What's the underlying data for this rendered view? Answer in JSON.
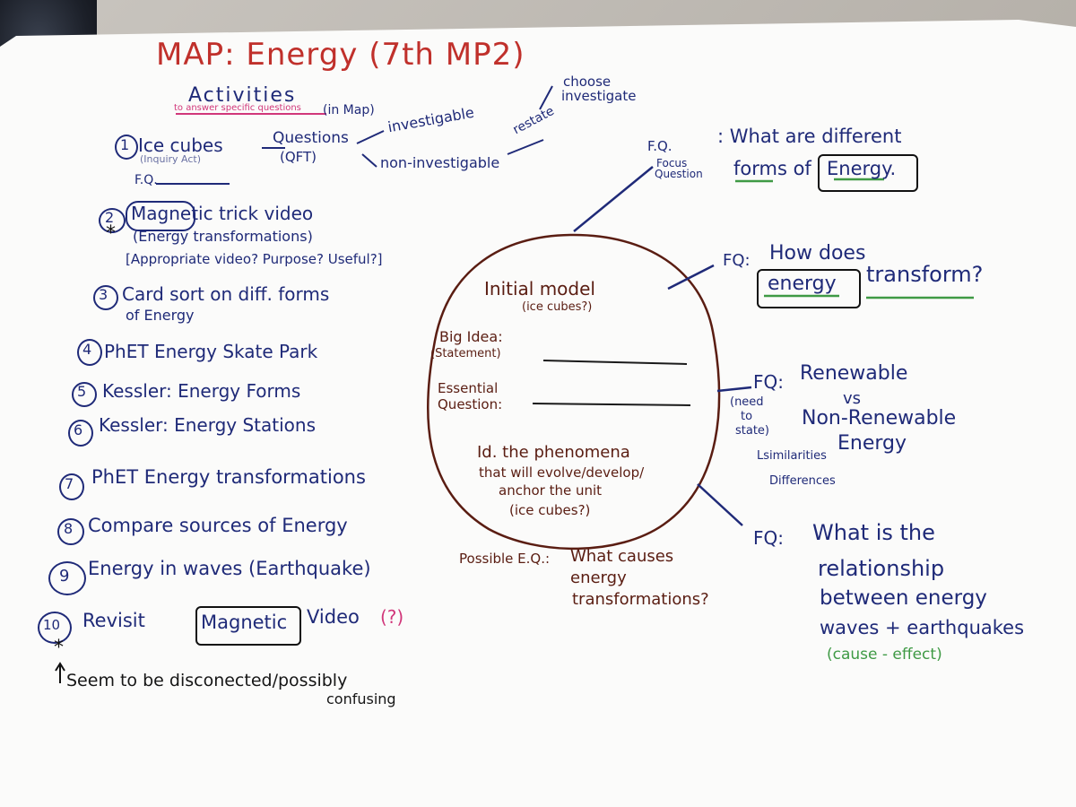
{
  "title": "MAP: Energy (7th MP2)",
  "activities": {
    "heading": "Activities",
    "subheading_pink": "to answer specific questions",
    "subheading_tail": "(in Map)",
    "items": [
      {
        "num": "1",
        "label": "Ice cubes",
        "sub": "(Inquiry Act)"
      },
      {
        "num": "2",
        "label": "Magnetic trick video",
        "sub": "(Energy transformations)",
        "note": "[Appropriate video? Purpose? Useful?]"
      },
      {
        "num": "3",
        "label": "Card sort on diff. forms",
        "sub": "of Energy"
      },
      {
        "num": "4",
        "label": "PhET Energy Skate Park"
      },
      {
        "num": "5",
        "label": "Kessler: Energy Forms"
      },
      {
        "num": "6",
        "label": "Kessler: Energy Stations"
      },
      {
        "num": "7",
        "label": "PhET Energy transformations"
      },
      {
        "num": "8",
        "label": "Compare sources of Energy"
      },
      {
        "num": "9",
        "label": "Energy in waves (Earthquake)"
      },
      {
        "num": "10",
        "label": "Revisit",
        "boxed": "Magnetic",
        "tail": "Video",
        "mark": "(?)"
      }
    ],
    "fq_label": "F.Q.",
    "footnote_star": "*",
    "footnote": "Seem to be disconected/possibly",
    "footnote2": "confusing"
  },
  "questions_branch": {
    "questions": "Questions",
    "qft": "(QFT)",
    "investigable": "investigable",
    "non_investigable": "non-investigable",
    "restate": "restate",
    "choose": "choose",
    "investigate": "investigate"
  },
  "center": {
    "initial_model": "Initial model",
    "initial_sub": "(ice cubes?)",
    "big_idea": "Big Idea:",
    "big_idea_sub": "(Statement)",
    "essential": "Essential",
    "question": "Question:",
    "phenomena1": "Id. the phenomena",
    "phenomena2": "that will evolve/develop/",
    "phenomena3": "anchor the unit",
    "phenomena4": "(ice cubes?)",
    "possible_eq": "Possible E.Q.:",
    "possible_eq_text1": "What causes",
    "possible_eq_text2": "energy",
    "possible_eq_text3": "transformations?"
  },
  "focus_questions": {
    "fq1_label": "F.Q.",
    "fq1_focus": "Focus",
    "fq1_question": "Question",
    "fq1_text1": ": What are different",
    "fq1_text2": "forms of",
    "fq1_boxed": "Energy.",
    "fq2_label": "FQ:",
    "fq2_text1": "How does",
    "fq2_boxed": "energy",
    "fq2_text2": "transform?",
    "fq3_label": "FQ:",
    "fq3_text1": "Renewable",
    "fq3_vs": "vs",
    "fq3_text2": "Non-Renewable",
    "fq3_text3": "Energy",
    "fq3_need": "(need",
    "fq3_to": "to",
    "fq3_state": "state)",
    "fq3_sim": "Lsimilarities",
    "fq3_diff": "Differences",
    "fq4_label": "FQ:",
    "fq4_text1": "What is the",
    "fq4_text2": "relationship",
    "fq4_text3": "between energy",
    "fq4_text4": "waves + earthquakes",
    "fq4_cause": "(cause - effect)"
  },
  "colors": {
    "blue_ink": "#1f2a78",
    "brown_ink": "#5a1d12",
    "red_ink": "#c0302b",
    "pink_ink": "#d1377a",
    "green_ink": "#3f9a45"
  }
}
